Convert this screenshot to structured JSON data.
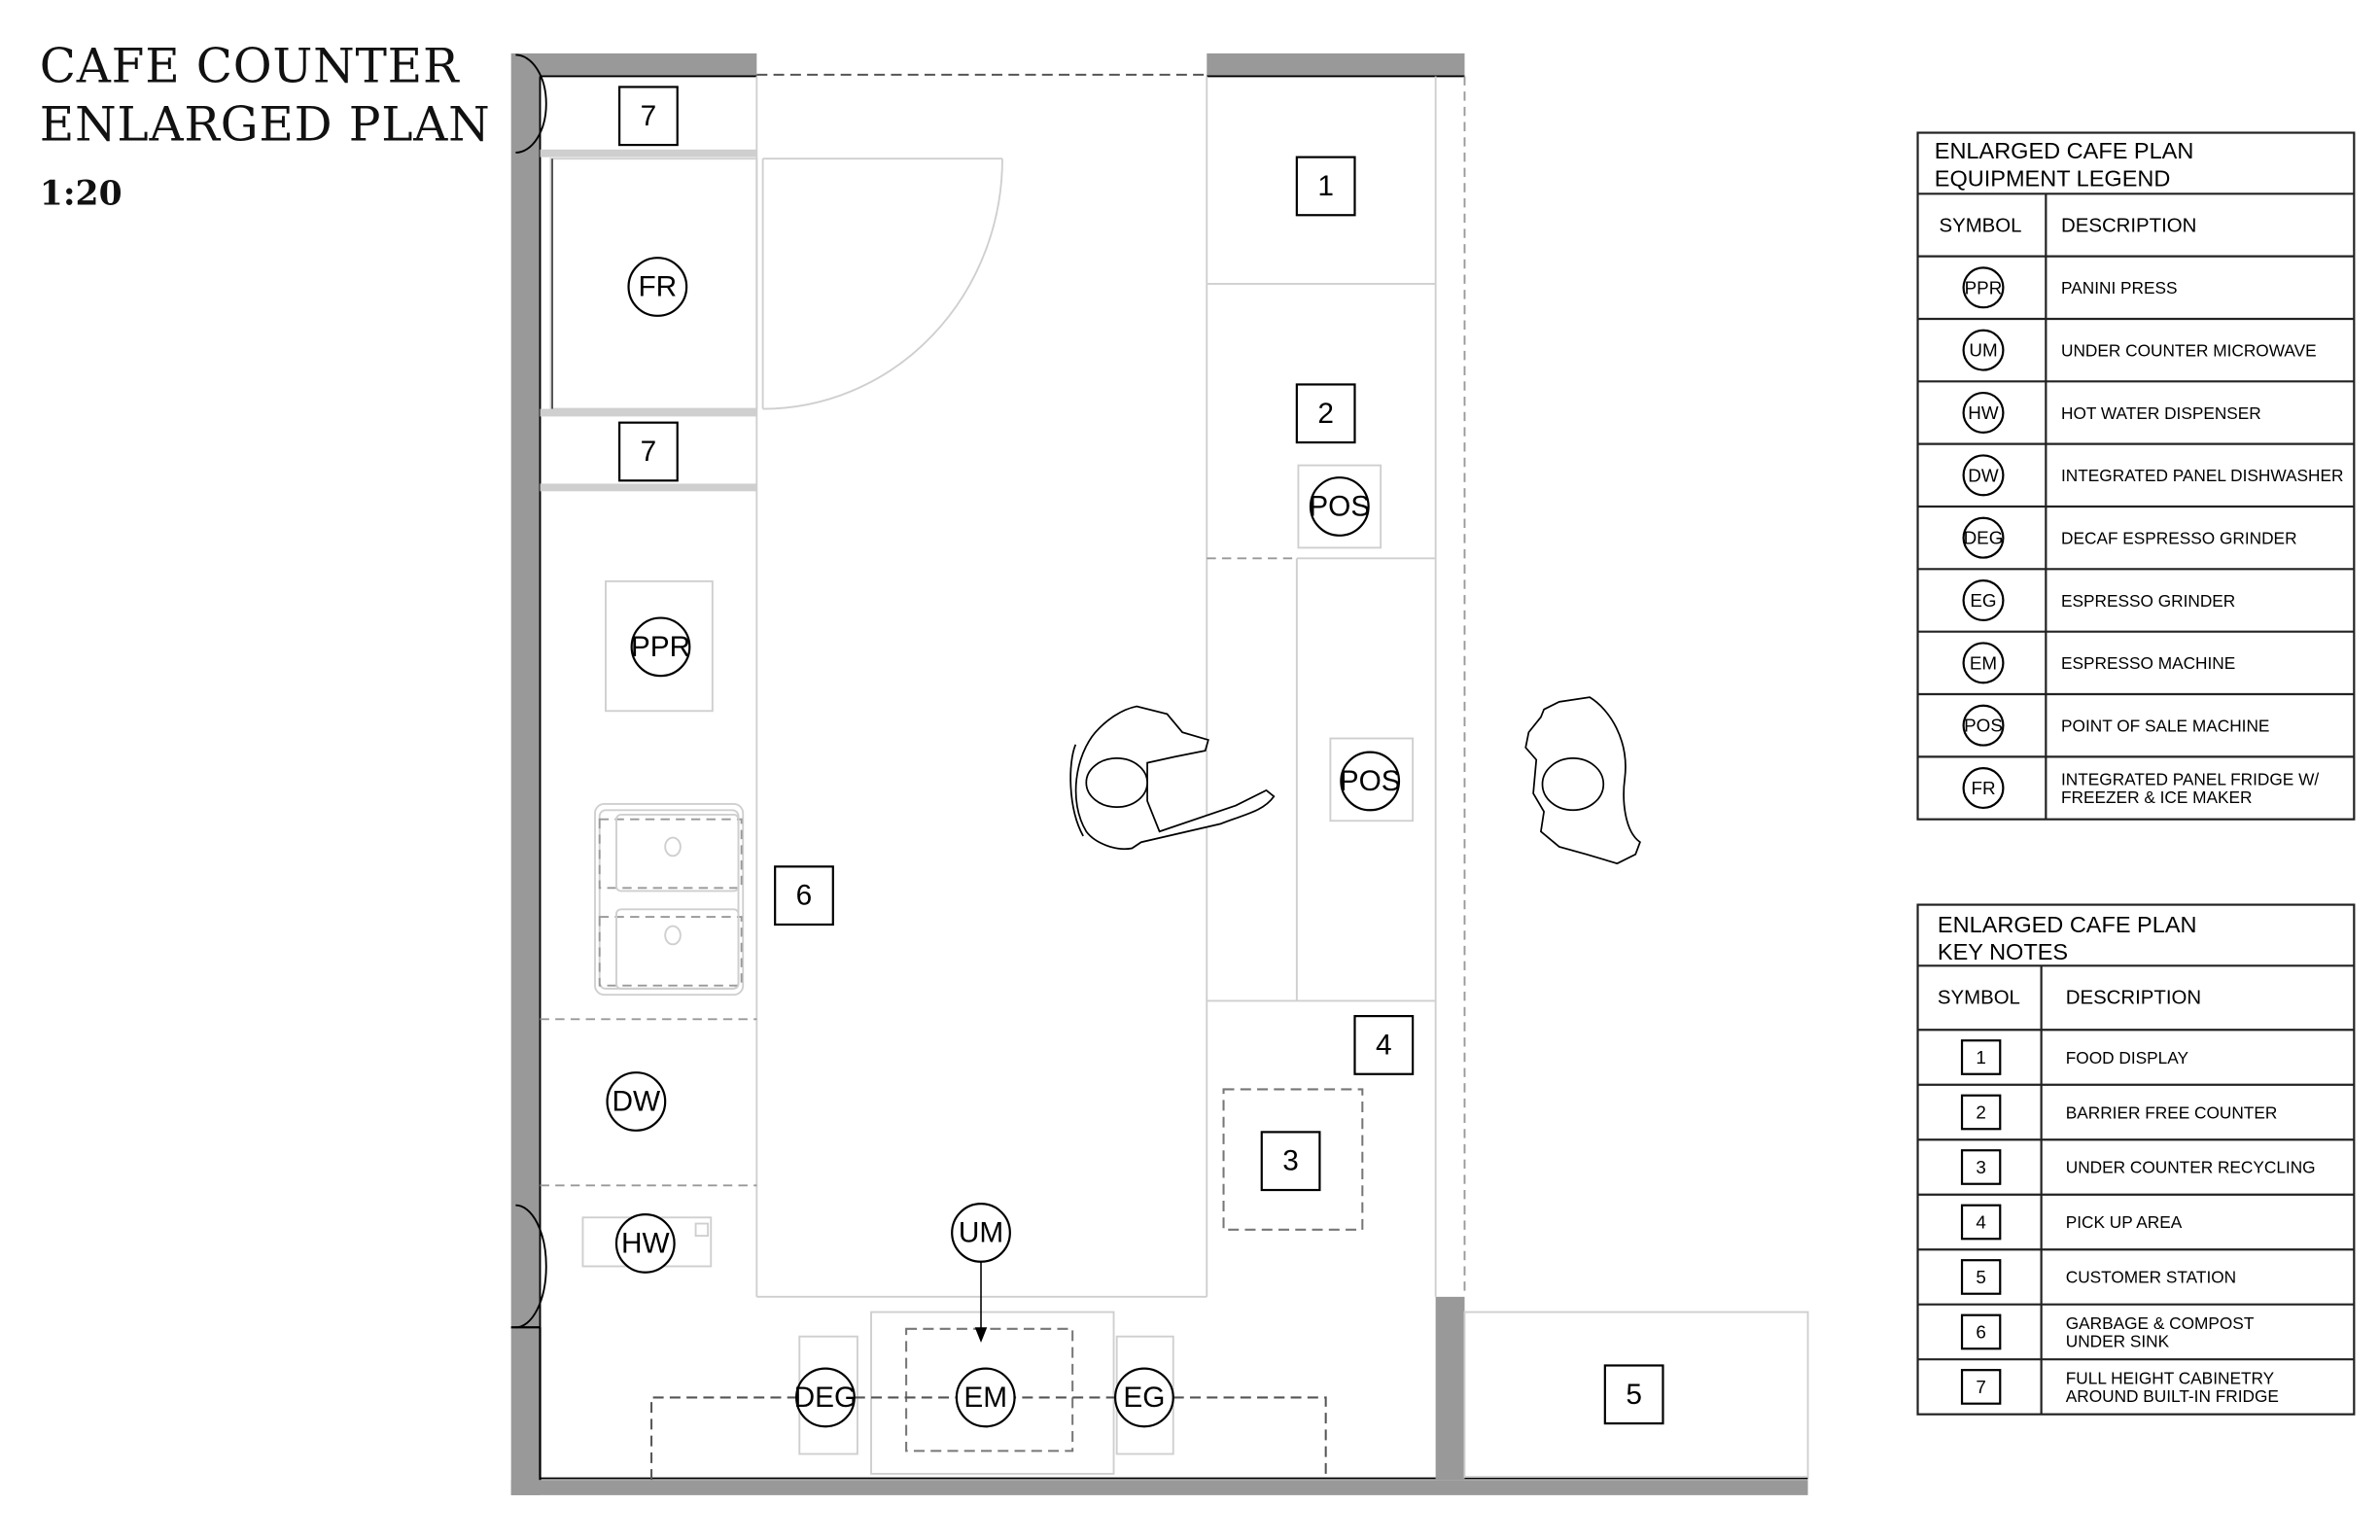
{
  "title": {
    "line1": "CAFE COUNTER",
    "line2": "ENLARGED PLAN",
    "scale": "1:20"
  },
  "plan": {
    "keynote_tags": [
      "7",
      "7",
      "1",
      "2",
      "6",
      "4",
      "3",
      "5"
    ],
    "equipment_tags": [
      "FR",
      "PPR",
      "POS",
      "POS",
      "DW",
      "HW",
      "UM",
      "DEG",
      "EM",
      "EG"
    ]
  },
  "equipment_legend": {
    "title1": "ENLARGED CAFE  PLAN",
    "title2": "EQUIPMENT LEGEND",
    "col_symbol": "SYMBOL",
    "col_description": "DESCRIPTION",
    "rows": [
      {
        "symbol": "PPR",
        "description": [
          "PANINI PRESS"
        ]
      },
      {
        "symbol": "UM",
        "description": [
          "UNDER COUNTER MICROWAVE"
        ]
      },
      {
        "symbol": "HW",
        "description": [
          "HOT WATER DISPENSER"
        ]
      },
      {
        "symbol": "DW",
        "description": [
          "INTEGRATED PANEL DISHWASHER"
        ]
      },
      {
        "symbol": "DEG",
        "description": [
          "DECAF ESPRESSO GRINDER"
        ]
      },
      {
        "symbol": "EG",
        "description": [
          "ESPRESSO GRINDER"
        ]
      },
      {
        "symbol": "EM",
        "description": [
          "ESPRESSO MACHINE"
        ]
      },
      {
        "symbol": "POS",
        "description": [
          "POINT OF SALE MACHINE"
        ]
      },
      {
        "symbol": "FR",
        "description": [
          "INTEGRATED PANEL FRIDGE W/",
          "FREEZER & ICE MAKER"
        ]
      }
    ]
  },
  "key_notes": {
    "title1": "ENLARGED CAFE PLAN",
    "title2": "KEY NOTES",
    "col_symbol": "SYMBOL",
    "col_description": "DESCRIPTION",
    "rows": [
      {
        "symbol": "1",
        "description": [
          "FOOD DISPLAY"
        ]
      },
      {
        "symbol": "2",
        "description": [
          "BARRIER FREE COUNTER"
        ]
      },
      {
        "symbol": "3",
        "description": [
          "UNDER COUNTER RECYCLING"
        ]
      },
      {
        "symbol": "4",
        "description": [
          "PICK UP AREA"
        ]
      },
      {
        "symbol": "5",
        "description": [
          "CUSTOMER STATION"
        ]
      },
      {
        "symbol": "6",
        "description": [
          "GARBAGE & COMPOST",
          "UNDER SINK"
        ]
      },
      {
        "symbol": "7",
        "description": [
          "FULL HEIGHT CABINETRY",
          "AROUND BUILT-IN FRIDGE"
        ]
      }
    ]
  }
}
